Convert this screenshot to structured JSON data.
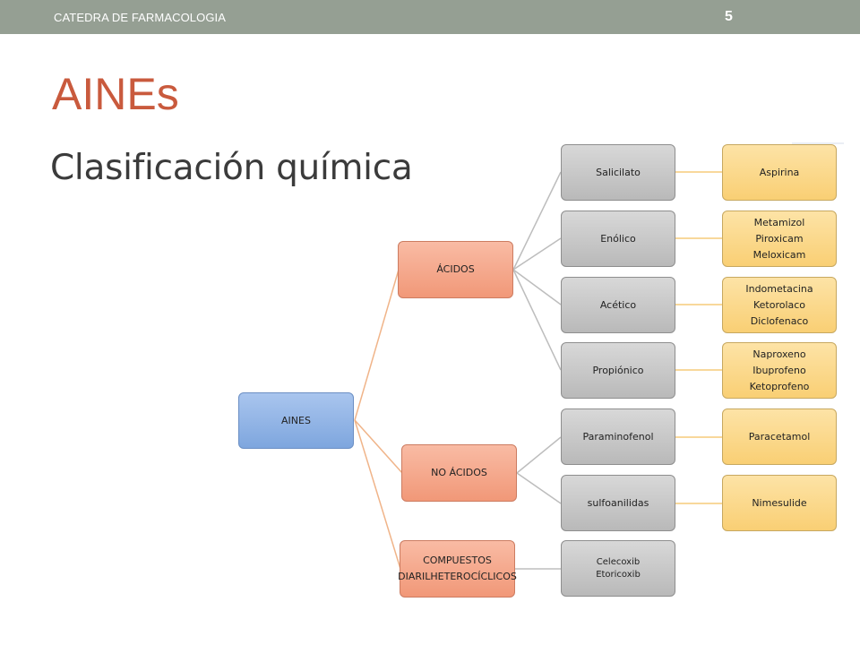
{
  "header": {
    "text": "CATEDRA DE FARMACOLOGIA",
    "page_number": "5"
  },
  "slide": {
    "title": "AINEs",
    "subtitle": "Clasificación química"
  },
  "diagram": {
    "root": {
      "label": "AINES",
      "color": "#8fb2e6"
    },
    "groups": [
      {
        "label": "ÁCIDOS",
        "lines": [
          "ÁCIDOS"
        ]
      },
      {
        "label": "NO ÁCIDOS",
        "lines": [
          "NO ÁCIDOS"
        ]
      },
      {
        "label": "COMPUESTOS DIARILHETEROCÍCLICOS",
        "lines": [
          "COMPUESTOS",
          "DIARILHETEROCÍCLICOS"
        ]
      }
    ],
    "subgroups": [
      {
        "label": "Salicilato",
        "examples": [
          "Aspirina"
        ]
      },
      {
        "label": "Enólico",
        "examples": [
          "Metamizol",
          "Piroxicam",
          "Meloxicam"
        ]
      },
      {
        "label": "Acético",
        "examples": [
          "Indometacina",
          "Ketorolaco",
          "Diclofenaco"
        ]
      },
      {
        "label": "Propiónico",
        "examples": [
          "Naproxeno",
          "Ibuprofeno",
          "Ketoprofeno"
        ]
      },
      {
        "label": "Paraminofenol",
        "examples": [
          "Paracetamol"
        ]
      },
      {
        "label": "sulfoanilidas",
        "examples": [
          "Nimesulide"
        ]
      },
      {
        "lines": [
          "Celecoxib",
          "Etoricoxib"
        ]
      }
    ],
    "colors": {
      "root": "#8fb2e6",
      "group": "#f4a587",
      "subgroup": "#c9c9c9",
      "example": "#fbd88a",
      "connector_orange": "#f0b489",
      "connector_gray": "#bdbdbd",
      "connector_yellow": "#f5cc7a"
    }
  }
}
